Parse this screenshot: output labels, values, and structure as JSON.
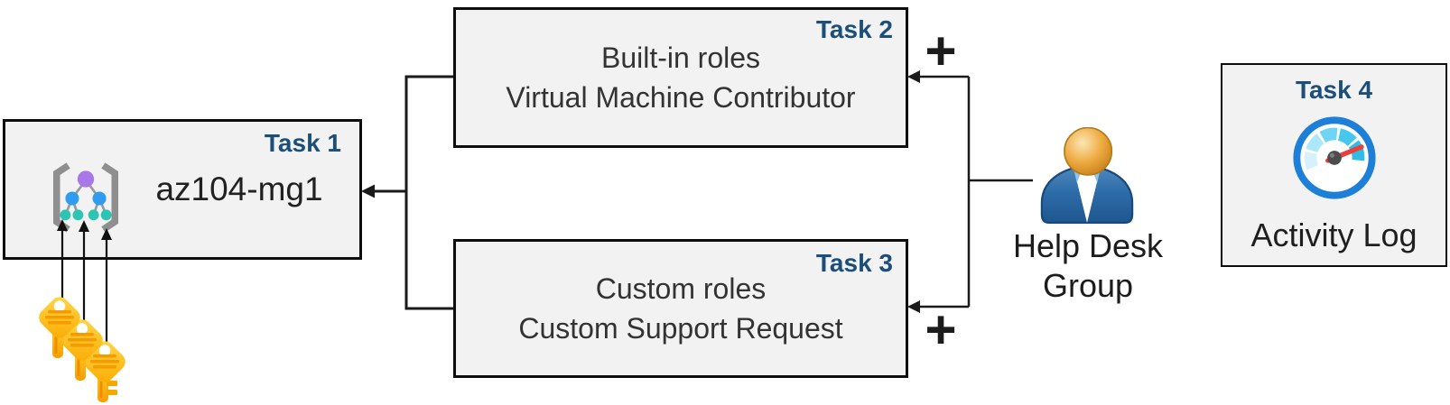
{
  "tasks": {
    "task1": {
      "badge": "Task 1",
      "title": "az104-mg1",
      "icon": "management-group-icon"
    },
    "task2": {
      "badge": "Task 2",
      "line1": "Built-in roles",
      "line2": "Virtual Machine Contributor"
    },
    "task3": {
      "badge": "Task 3",
      "line1": "Custom roles",
      "line2": "Custom Support Request"
    },
    "task4": {
      "badge": "Task 4",
      "caption": "Activity Log",
      "icon": "activity-log-gauge-icon"
    }
  },
  "actor": {
    "label": "Help Desk\nGroup",
    "icon": "user-group-icon"
  },
  "symbols": {
    "plus": "+"
  },
  "decorations": {
    "keys": "access-keys-icon",
    "key_count": 3
  },
  "colors": {
    "badge_blue": "#1b4e79",
    "box_fill": "#f2f2f2",
    "box_border": "#0d0d0d",
    "connector": "#1a1a1a",
    "key_gold": "#ffc113",
    "gauge_ring_blue": "#1d7fd8",
    "needle_red": "#e8413c",
    "person_blue": "#2d6ca8",
    "person_head_orange": "#e9a63c"
  }
}
